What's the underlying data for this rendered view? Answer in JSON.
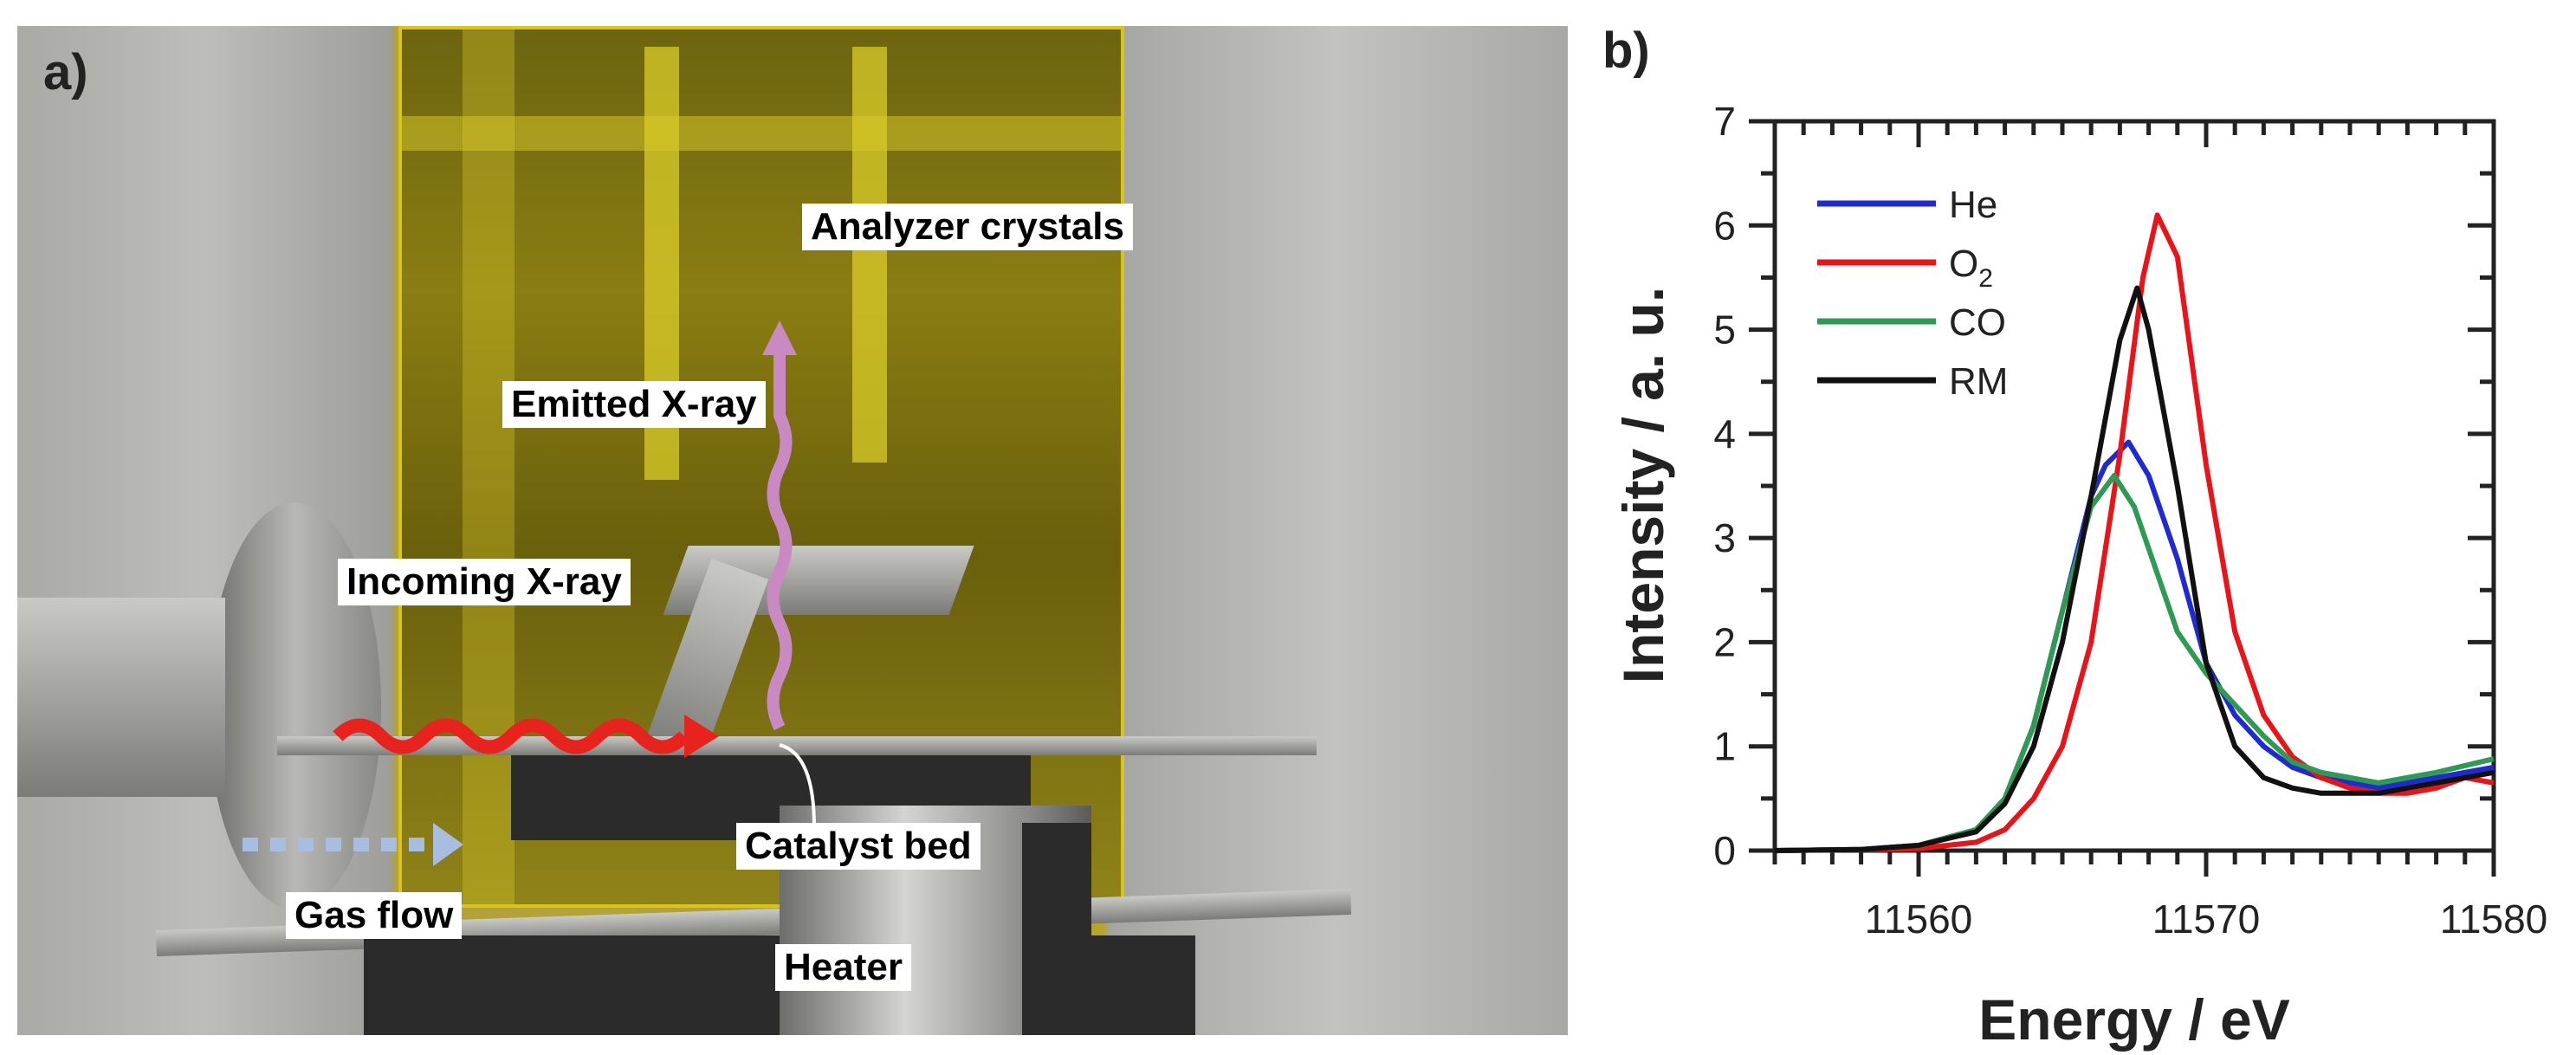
{
  "panels": {
    "a": "a)",
    "b": "b)"
  },
  "photo": {
    "labels": {
      "analyzer": "Analyzer crystals",
      "emitted": "Emitted X-ray",
      "incoming": "Incoming X-ray",
      "catalyst": "Catalyst bed",
      "gas": "Gas flow",
      "heater": "Heater"
    },
    "colors": {
      "incoming_arrow": "#e8231e",
      "emitted_arrow": "#c98ac4",
      "gas_arrow": "#a9bde0"
    }
  },
  "chart_data": {
    "type": "line",
    "xlabel": "Energy / eV",
    "ylabel": "Intensity / a. u.",
    "xlim": [
      11555,
      11580
    ],
    "ylim": [
      0,
      7
    ],
    "xticks": [
      11560,
      11570,
      11580
    ],
    "yticks": [
      0,
      1,
      2,
      3,
      4,
      5,
      6,
      7
    ],
    "grid": false,
    "legend_position": "top-left",
    "series": [
      {
        "name": "He",
        "color": "#1f2bd0",
        "x": [
          11555,
          11558,
          11560,
          11562,
          11563,
          11564,
          11565,
          11566,
          11566.5,
          11567.3,
          11568,
          11569,
          11570,
          11571,
          11572,
          11573,
          11574,
          11576,
          11578,
          11580
        ],
        "y": [
          0,
          0.01,
          0.05,
          0.2,
          0.5,
          1.2,
          2.3,
          3.4,
          3.7,
          3.92,
          3.6,
          2.8,
          1.8,
          1.3,
          1.0,
          0.8,
          0.7,
          0.6,
          0.7,
          0.8
        ]
      },
      {
        "name": "O2",
        "color": "#e8141a",
        "x": [
          11555,
          11558,
          11560,
          11562,
          11563,
          11564,
          11565,
          11566,
          11567,
          11567.8,
          11568.3,
          11569,
          11570,
          11571,
          11572,
          11573,
          11574,
          11575,
          11576,
          11577,
          11578,
          11579,
          11580
        ],
        "y": [
          0,
          0.01,
          0.02,
          0.08,
          0.2,
          0.5,
          1.0,
          2.0,
          3.8,
          5.5,
          6.1,
          5.7,
          3.7,
          2.1,
          1.3,
          0.9,
          0.7,
          0.6,
          0.55,
          0.55,
          0.6,
          0.7,
          0.65
        ]
      },
      {
        "name": "CO",
        "color": "#2e9b52",
        "x": [
          11555,
          11558,
          11560,
          11562,
          11563,
          11564,
          11565,
          11566,
          11566.8,
          11567.5,
          11568,
          11569,
          11570,
          11571,
          11572,
          11573,
          11574,
          11575,
          11576,
          11578,
          11580
        ],
        "y": [
          0,
          0.01,
          0.05,
          0.2,
          0.5,
          1.2,
          2.3,
          3.3,
          3.6,
          3.3,
          2.9,
          2.1,
          1.7,
          1.4,
          1.1,
          0.85,
          0.75,
          0.7,
          0.65,
          0.75,
          0.88
        ]
      },
      {
        "name": "RM",
        "color": "#111111",
        "x": [
          11555,
          11558,
          11560,
          11562,
          11563,
          11564,
          11565,
          11566,
          11567,
          11567.6,
          11568,
          11569,
          11570,
          11571,
          11572,
          11573,
          11574,
          11576,
          11578,
          11580
        ],
        "y": [
          0,
          0.01,
          0.05,
          0.18,
          0.45,
          1.0,
          2.0,
          3.4,
          4.9,
          5.4,
          5.0,
          3.5,
          1.8,
          1.0,
          0.7,
          0.6,
          0.55,
          0.55,
          0.65,
          0.75
        ]
      }
    ]
  }
}
